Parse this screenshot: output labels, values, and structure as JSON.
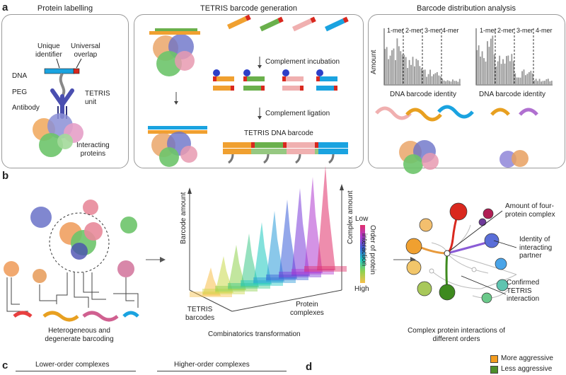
{
  "panels": {
    "a": "a",
    "b": "b",
    "c": "c",
    "d": "d"
  },
  "panel_a": {
    "section1": {
      "title": "Protein labelling",
      "unique_identifier": "Unique\nidentifier",
      "universal_overlap": "Universal\noverlap",
      "dna": "DNA",
      "peg": "PEG",
      "antibody": "Antibody",
      "tetris_unit": "TETRIS\nunit",
      "interacting_proteins": "Interacting\nproteins"
    },
    "section2": {
      "title": "TETRIS barcode generation",
      "complement_incubation": "Complement incubation",
      "complement_ligation": "Complement ligation",
      "tetris_dna_barcode": "TETRIS DNA barcode"
    },
    "section3": {
      "title": "Barcode distribution analysis",
      "mers": [
        "1-mer",
        "2-mer",
        "3-mer",
        "4-mer"
      ],
      "amount": "Amount",
      "x_label": "DNA barcode identity"
    }
  },
  "panel_b": {
    "hetero": "Heterogeneous and\ndegenerate barcoding",
    "barcode_amount": "Barcode amount",
    "complex_amount": "Complex amount",
    "tetris_barcodes": "TETRIS\nbarcodes",
    "protein_complexes": "Protein\ncomplexes",
    "combinatorics": "Combinatorics transformation",
    "low": "Low",
    "high": "High",
    "order": "Order of protein\ninteraction",
    "amount_four": "Amount of four-\nprotein complex",
    "identity": "Identity of\ninteracting\npartner",
    "confirmed": "Confirmed\nTETRIS\ninteraction",
    "complex_orders": "Complex protein interactions of\ndifferent orders"
  },
  "panel_c": {
    "lower": "Lower-order complexes",
    "higher": "Higher-order complexes"
  },
  "panel_d": {
    "more": "More aggressive",
    "less": "Less aggressive"
  },
  "colors": {
    "orange": "#f0a030",
    "green": "#6ab04c",
    "pink": "#e88a9a",
    "blue": "#1aa3e0",
    "red": "#d9281e",
    "purple": "#4a4fb0",
    "legend_orange": "#f39c1e",
    "legend_green": "#4d8f2a"
  }
}
